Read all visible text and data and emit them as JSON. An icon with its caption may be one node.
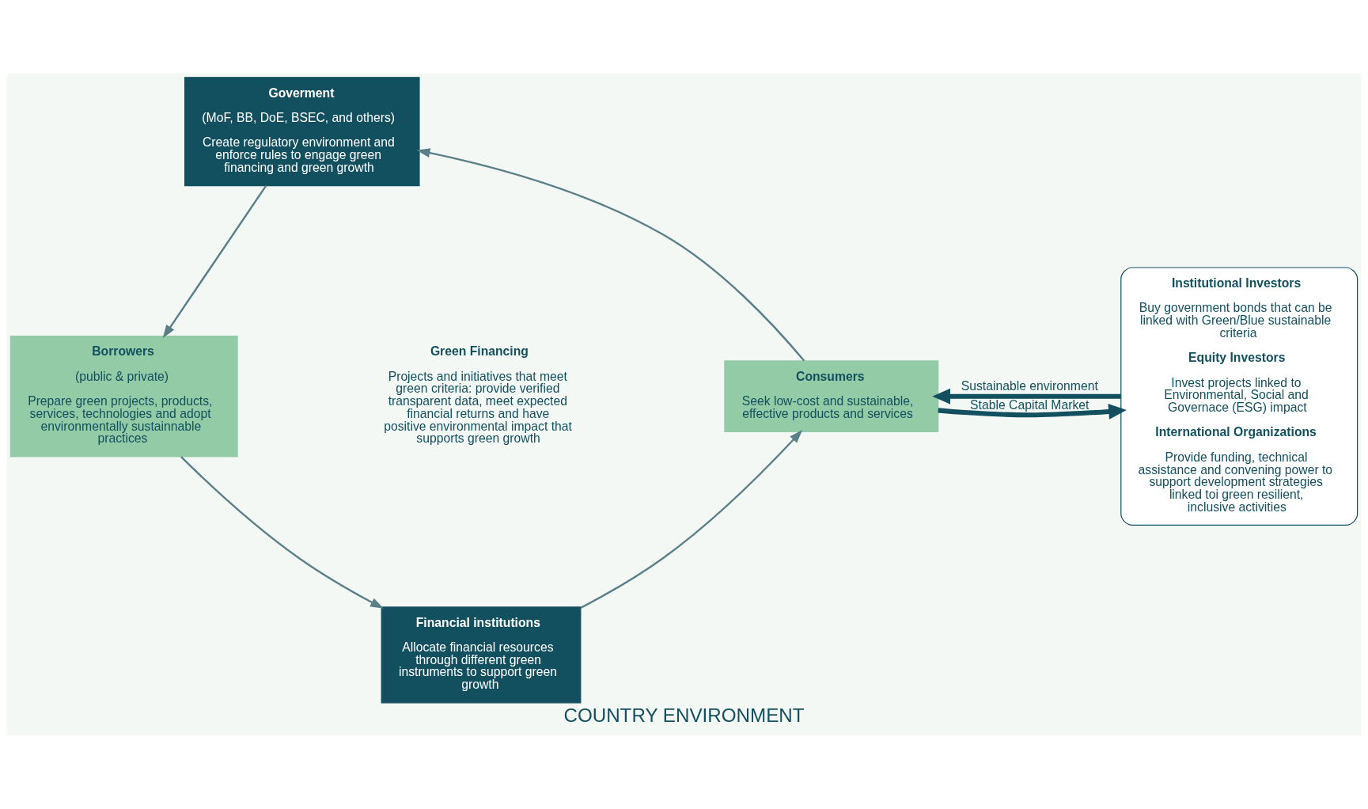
{
  "diagram": {
    "caption": "COUNTRY ENVIRONMENT",
    "nodes": [
      {
        "text": [
          "Goverment",
          "(MoF, BB, DoE, BSEC, and others)",
          "Create regulatory environment and enforce rules to engage green financing and green growth"
        ]
      },
      {
        "text": [
          "Borrowers",
          "(public & private)",
          "Prepare green projects, products, services, technologies and adopt environmentally sustainnable practices"
        ]
      },
      {
        "text": [
          "Green Financing",
          "Projects and initiatives that meet green criteria: provide verified transparent data, meet expected financial returns and have positive environmental impact that supports green growth"
        ]
      },
      {
        "text": [
          "Consumers",
          "Seek low-cost and sustainable, effective products and services"
        ]
      },
      {
        "text": [
          "Financial institutions",
          "Allocate financial resources through different green instruments to support green growth"
        ]
      },
      {
        "text": [
          "Institutional Investors",
          "Buy government bonds that can be linked with Green/Blue sustainable criteria",
          "Equity Investors",
          "Invest projects linked to Environmental, Social and Governace (ESG) impact",
          "International Organizations",
          "Provide funding, technical assistance and convening power to support development strategies linked toi green resilient, inclusive activities"
        ]
      }
    ],
    "edges": [
      {
        "from": 0,
        "to": 1,
        "arrow": "to"
      },
      {
        "from": 1,
        "to": 4,
        "arrow": "to"
      },
      {
        "from": 4,
        "to": 3,
        "arrow": "to"
      },
      {
        "from": 3,
        "to": 0,
        "arrow": "to"
      },
      {
        "from": 3,
        "to": 5,
        "arrow": "to",
        "label": "Stable Capital Market",
        "style": "thick",
        "color": "#124f5f"
      },
      {
        "from": 5,
        "to": 3,
        "arrow": "to",
        "label": "Sustainable environment",
        "style": "thick",
        "color": "#124f5f"
      }
    ]
  }
}
